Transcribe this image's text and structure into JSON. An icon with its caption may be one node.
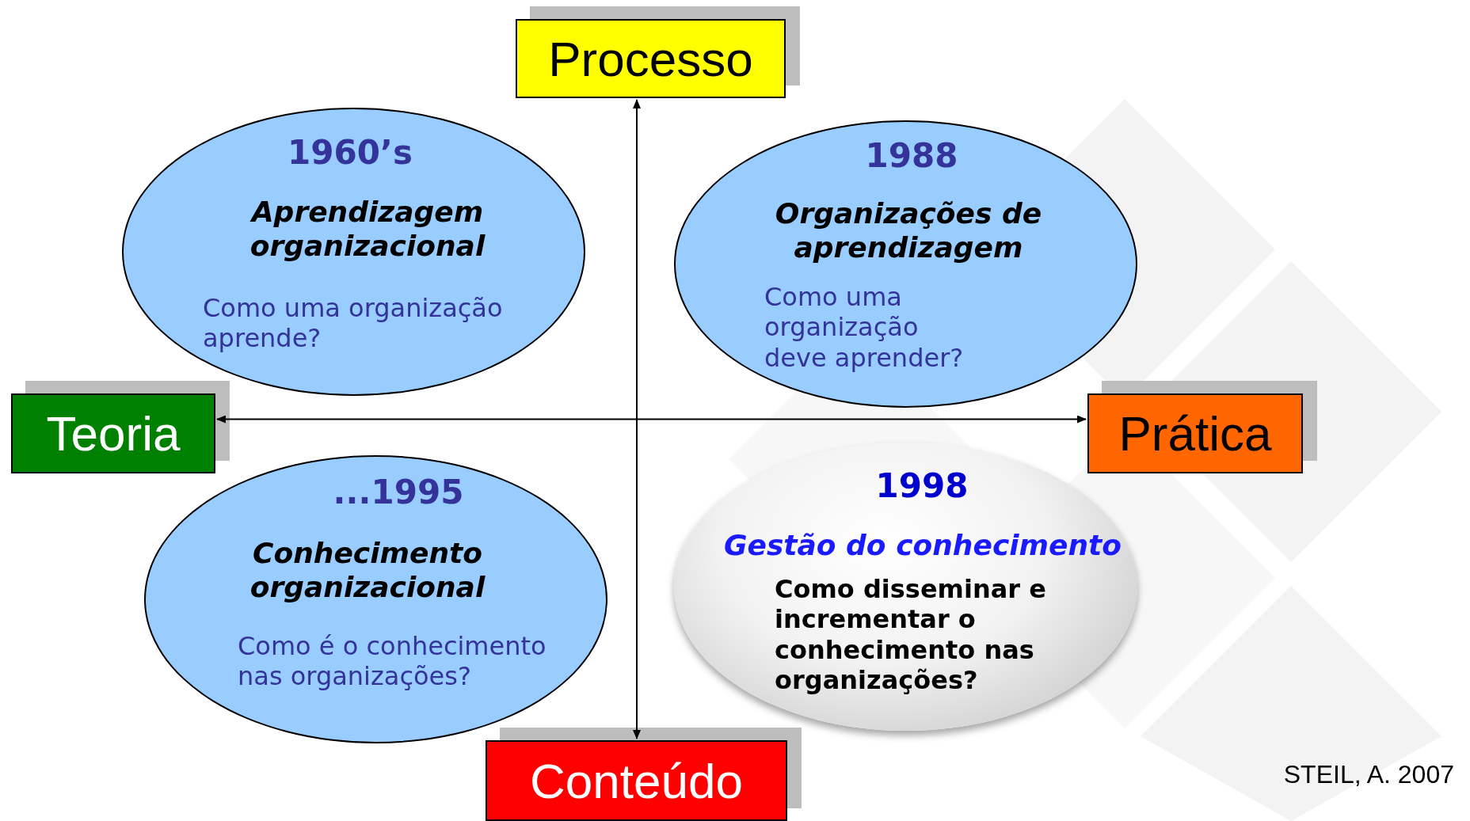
{
  "diagram": {
    "nodes": [
      {
        "text": [
          "Processo"
        ]
      },
      {
        "text": [
          "1960’s",
          "Aprendizagem organizacional",
          "Como uma organização aprende?"
        ]
      },
      {
        "text": [
          "1988",
          "Organizações de aprendizagem",
          "Como uma organização deve aprender?"
        ]
      },
      {
        "text": [
          "Teoria"
        ]
      },
      {
        "text": [
          "Prática"
        ]
      },
      {
        "text": [
          "...1995",
          "Conhecimento organizacional",
          "Como é o conhecimento nas organizações?"
        ]
      },
      {
        "text": [
          "1998",
          "Gestão do conhecimento",
          "Como disseminar e incrementar o conhecimento nas organizações?"
        ]
      },
      {
        "text": [
          "Conteúdo"
        ]
      }
    ],
    "edges": [
      {
        "from": 3,
        "to": 4,
        "arrow": "both"
      },
      {
        "from": 0,
        "to": 7,
        "arrow": "both"
      }
    ],
    "labels": [
      "STEIL, A. 2007"
    ]
  }
}
